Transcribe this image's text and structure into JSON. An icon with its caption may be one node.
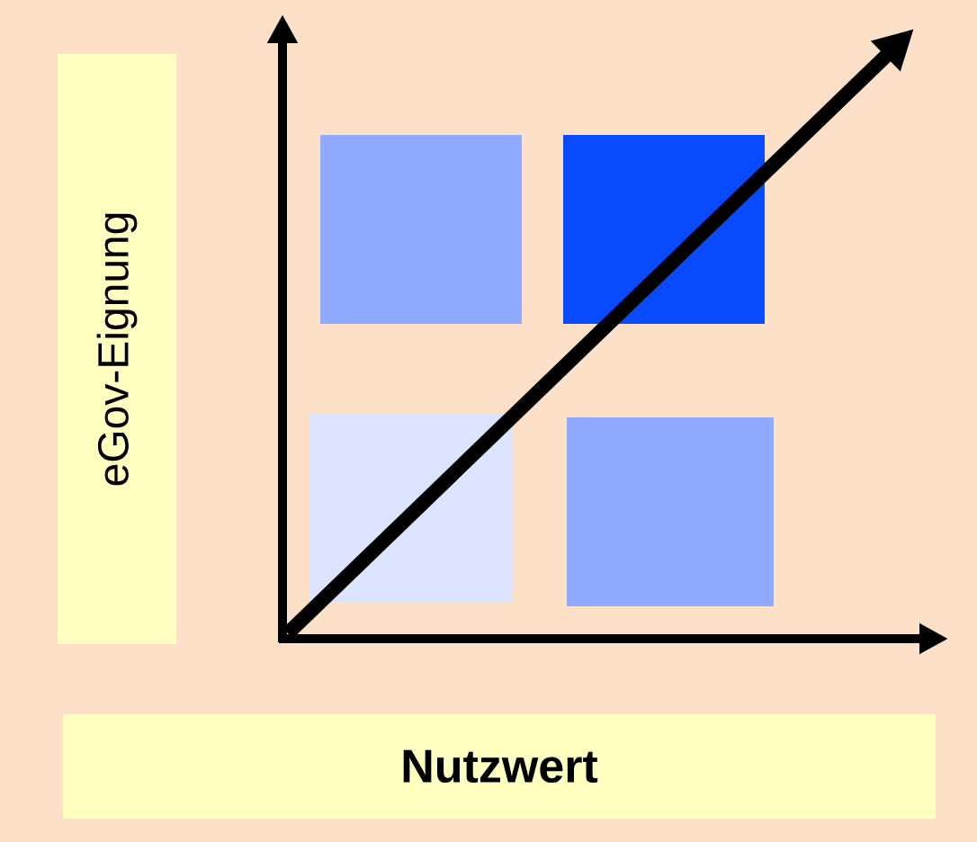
{
  "diagram": {
    "nodes": [
      {
        "text": [
          "eGov-Eignung"
        ]
      },
      {
        "text": [
          "Nutzwert"
        ]
      },
      {
        "text": [],
        "shape": "box"
      },
      {
        "text": [],
        "shape": "box"
      },
      {
        "text": [],
        "shape": "box"
      },
      {
        "text": [],
        "shape": "box"
      }
    ],
    "edges": []
  }
}
